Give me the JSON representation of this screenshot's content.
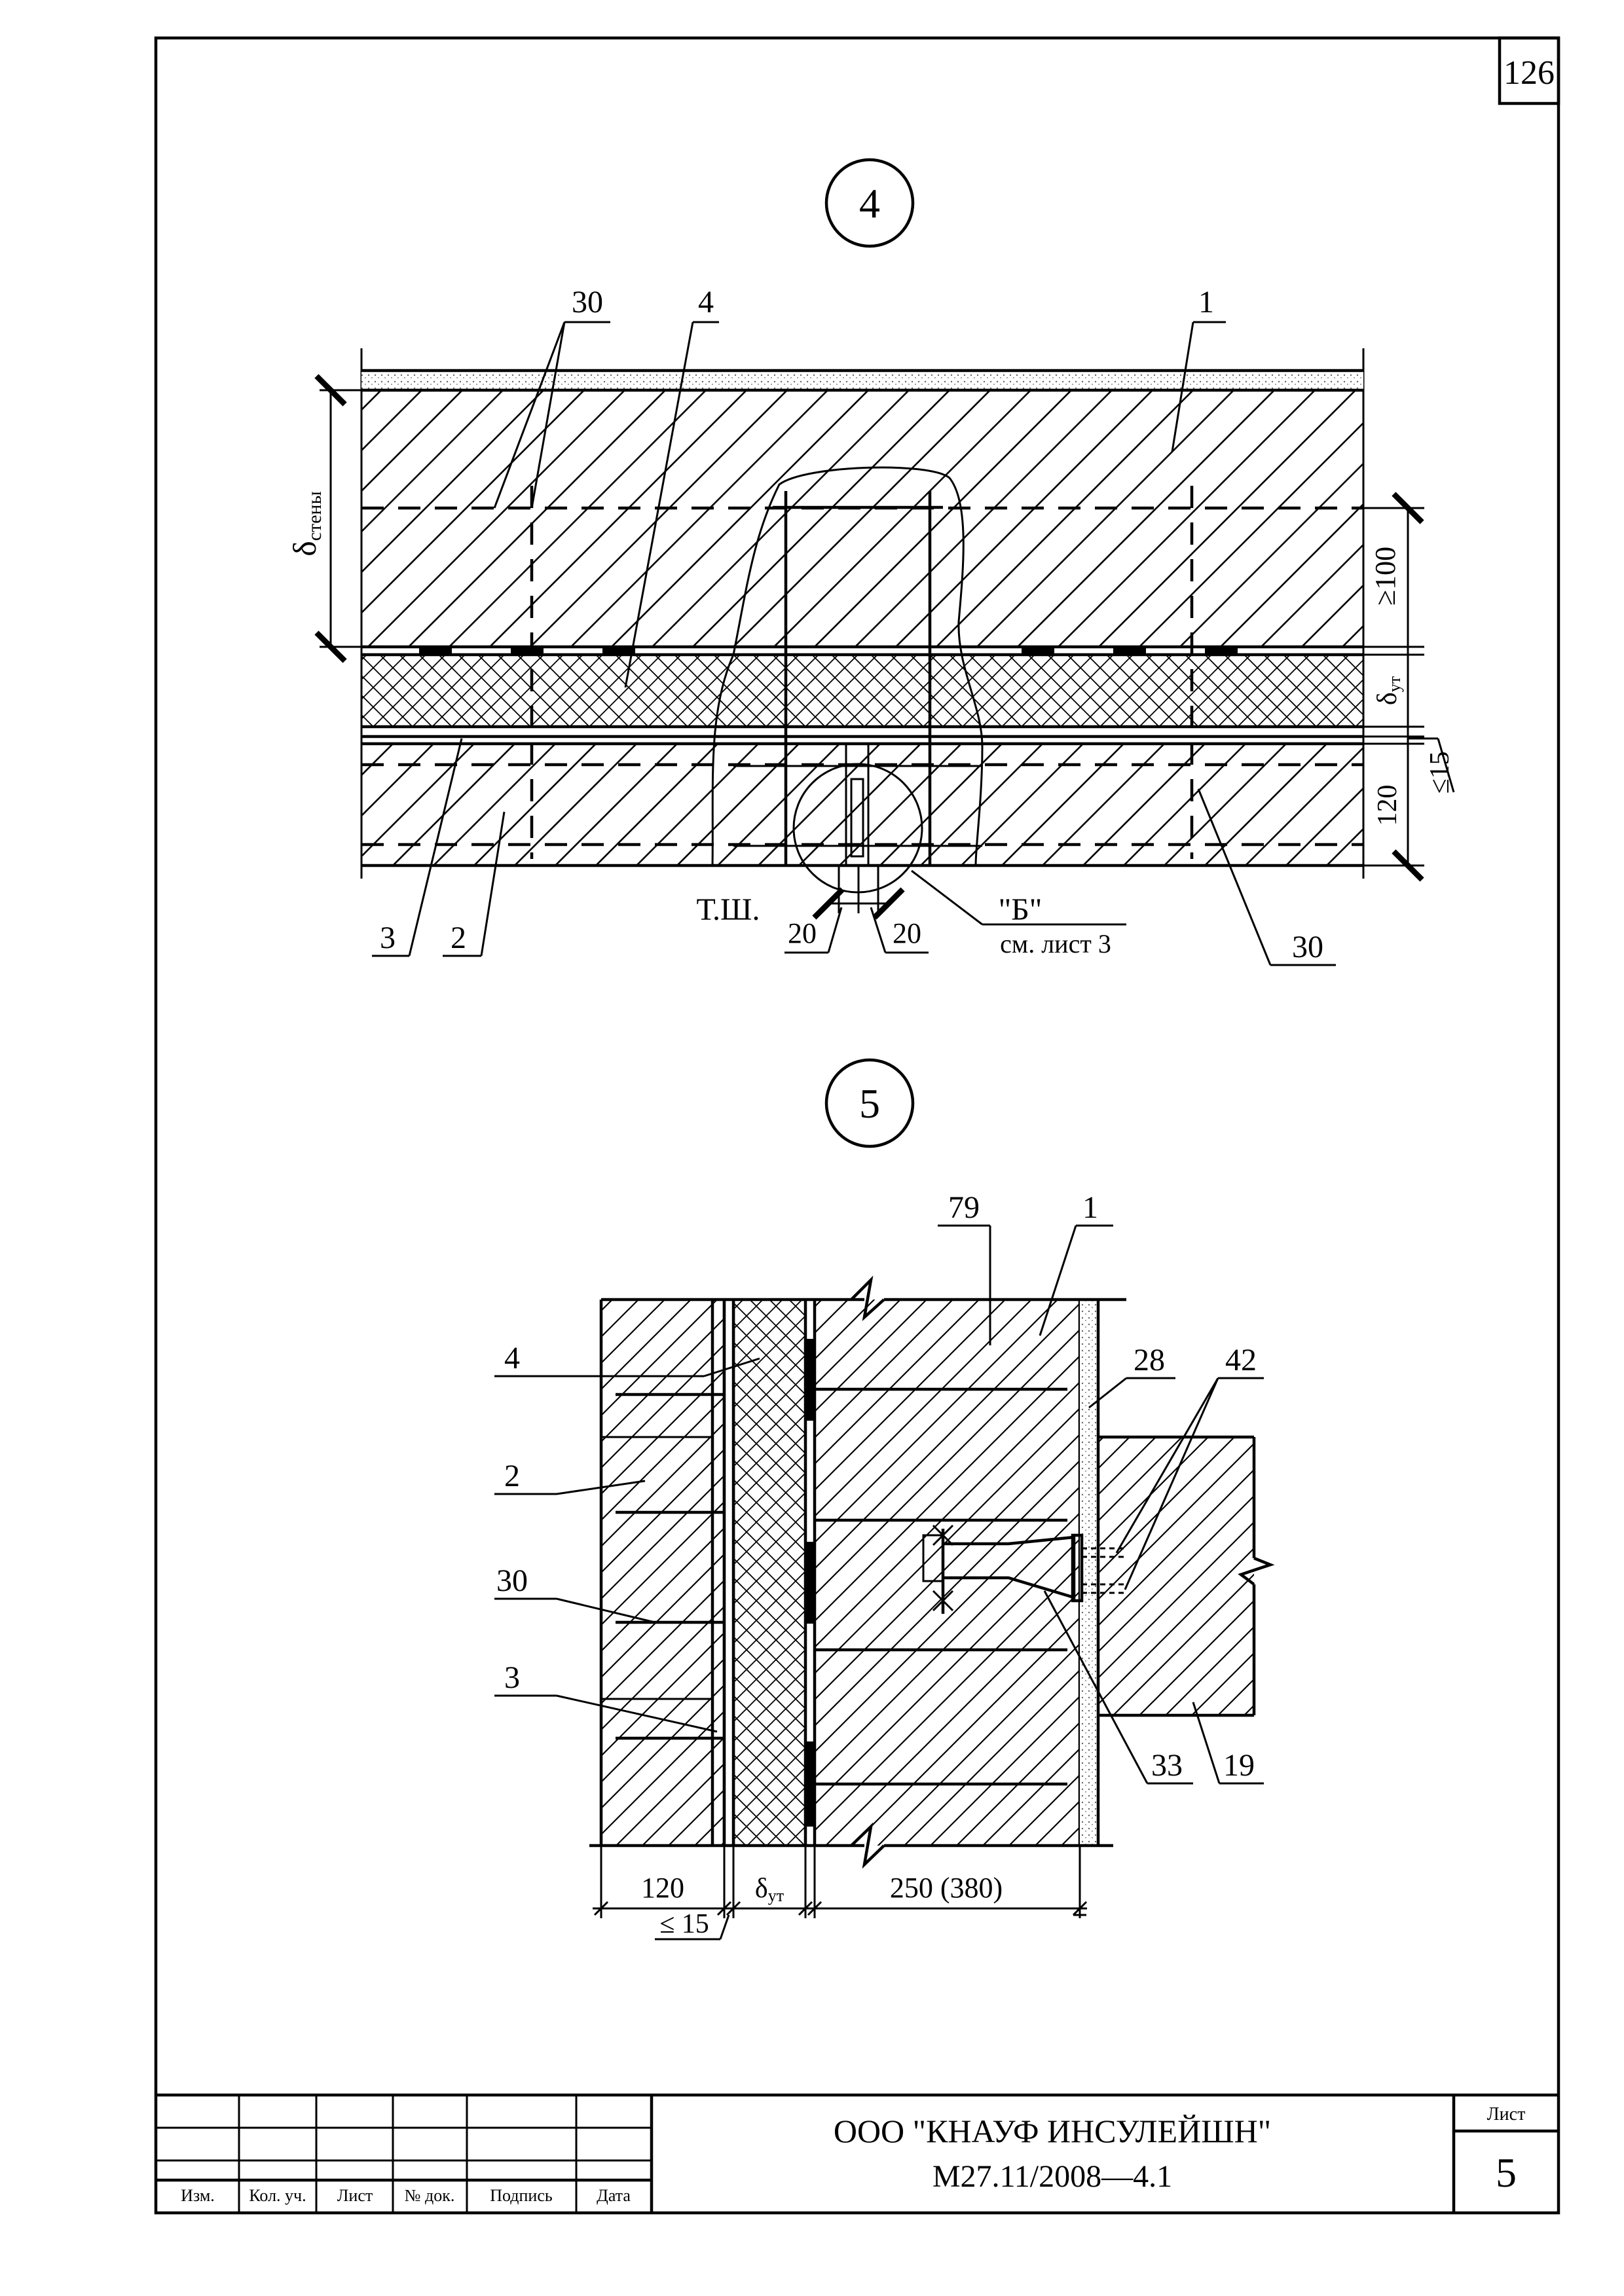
{
  "sheet_number_top": "126",
  "detail_4": {
    "marker": "4",
    "callouts": {
      "c30a": "30",
      "c4": "4",
      "c1": "1",
      "c3": "3",
      "c2": "2",
      "c30b": "30"
    },
    "dim_wall": "δ",
    "dim_wall_sub": "стены",
    "dim_min100": "≥100",
    "dim_insul": "δ",
    "dim_insul_sub": "ут",
    "dim_le15": "≤15",
    "dim_120": "120",
    "tsh": "Т.Ш.",
    "dim_20_left": "20",
    "dim_20_right": "20",
    "ref_b": "\"Б\"",
    "ref_sheet": "см. лист 3"
  },
  "detail_5": {
    "marker": "5",
    "callouts": {
      "c79": "79",
      "c1": "1",
      "c28": "28",
      "c42": "42",
      "c4": "4",
      "c2": "2",
      "c30": "30",
      "c3": "3",
      "c33": "33",
      "c19": "19"
    },
    "dim_120": "120",
    "dim_insul": "δ",
    "dim_insul_sub": "ут",
    "dim_250": "250 (380)",
    "dim_le15": "≤ 15"
  },
  "title_block": {
    "company": "ООО \"КНАУФ ИНСУЛЕЙШН\"",
    "doc_code": "М27.11/2008—4.1",
    "sheet_label": "Лист",
    "sheet_value": "5",
    "columns": [
      "Изм.",
      "Кол. уч.",
      "Лист",
      "№ док.",
      "Подпись",
      "Дата"
    ]
  },
  "hatch": {
    "material_1": "diagonal-hatch",
    "insulation": "cross-hatch",
    "plaster": "dotted-fill"
  }
}
